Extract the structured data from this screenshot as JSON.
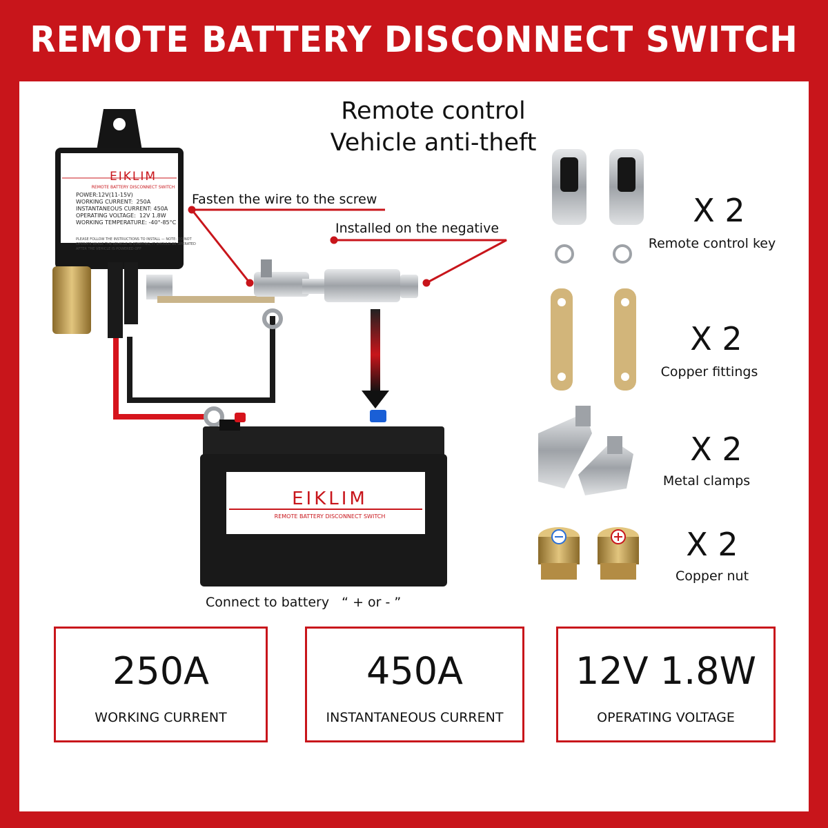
{
  "header": {
    "title": "REMOTE BATTERY DISCONNECT SWITCH"
  },
  "subtitle": {
    "line1": "Remote control",
    "line2": "Vehicle anti-theft"
  },
  "callouts": {
    "wire": "Fasten the wire to the screw",
    "negative": "Installed on the negative"
  },
  "relay": {
    "brand": "EIKLIM",
    "sub": "REMOTE BATTERY DISCONNECT SWITCH",
    "specs": "POWER:12V(11-15V)\nWORKING CURRENT:  250A\nINSTANTANEOUS CURRENT: 450A\nOPERATING VOLTAGE:  12V 1.8W\nWORKING TEMPERATURE: -40°-85°C",
    "note": "PLEASE FOLLOW THE INSTRUCTIONS TO INSTALL — NOTE: DO NOT OPERATE WHILE THE VEHICLE IS STARTING, IT SHOULD BE OPERATED AFTER THE VEHICLE IS POWERED OFF"
  },
  "battery": {
    "brand": "EIKLIM",
    "sub": "REMOTE BATTERY DISCONNECT SWITCH",
    "note": "Connect to battery   “ + or - ”"
  },
  "items": [
    {
      "count": "X 2",
      "name": "Remote control key",
      "icon": "remote-key-icon"
    },
    {
      "count": "X 2",
      "name": "Copper fittings",
      "icon": "copper-fitting-icon"
    },
    {
      "count": "X 2",
      "name": "Metal clamps",
      "icon": "metal-clamp-icon"
    },
    {
      "count": "X 2",
      "name": "Copper nut",
      "icon": "copper-nut-icon"
    }
  ],
  "specs": [
    {
      "value": "250A",
      "label": "WORKING CURRENT"
    },
    {
      "value": "450A",
      "label": "INSTANTANEOUS CURRENT"
    },
    {
      "value": "12V 1.8W",
      "label": "OPERATING VOLTAGE"
    }
  ],
  "colors": {
    "accent": "#c8151b",
    "copper": "#c9a35a",
    "metal": "#b9bcc0"
  }
}
